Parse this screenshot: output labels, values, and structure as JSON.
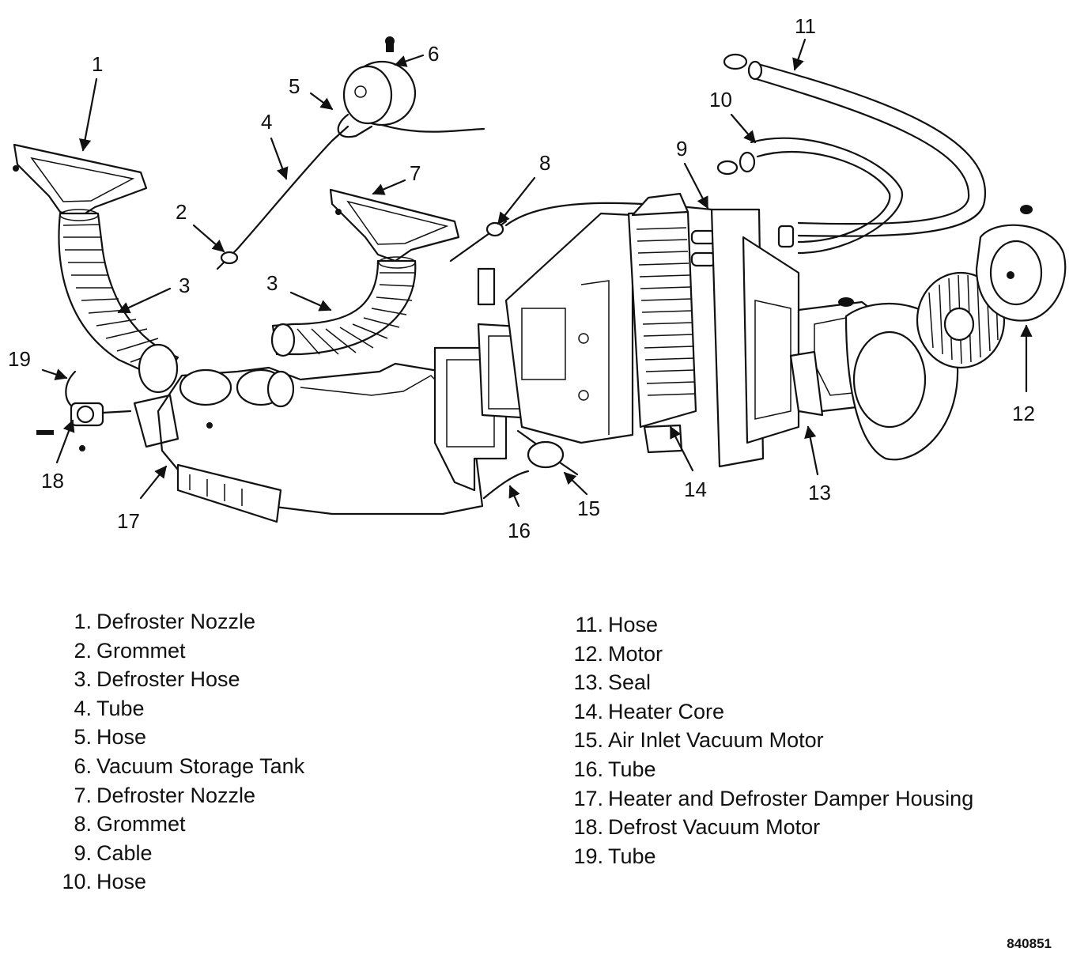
{
  "callouts": [
    "1",
    "2",
    "3",
    "3",
    "4",
    "5",
    "6",
    "7",
    "8",
    "9",
    "10",
    "11",
    "12",
    "13",
    "14",
    "15",
    "16",
    "17",
    "18",
    "19"
  ],
  "legend": {
    "left": [
      {
        "num": "1.",
        "label": "Defroster Nozzle"
      },
      {
        "num": "2.",
        "label": "Grommet"
      },
      {
        "num": "3.",
        "label": "Defroster Hose"
      },
      {
        "num": "4.",
        "label": "Tube"
      },
      {
        "num": "5.",
        "label": "Hose"
      },
      {
        "num": "6.",
        "label": "Vacuum Storage Tank"
      },
      {
        "num": "7.",
        "label": "Defroster Nozzle"
      },
      {
        "num": "8.",
        "label": "Grommet"
      },
      {
        "num": "9.",
        "label": "Cable"
      },
      {
        "num": "10.",
        "label": "Hose"
      }
    ],
    "right": [
      {
        "num": "11.",
        "label": "Hose"
      },
      {
        "num": "12.",
        "label": "Motor"
      },
      {
        "num": "13.",
        "label": "Seal"
      },
      {
        "num": "14.",
        "label": "Heater Core"
      },
      {
        "num": "15.",
        "label": "Air Inlet Vacuum Motor"
      },
      {
        "num": "16.",
        "label": "Tube"
      },
      {
        "num": "17.",
        "label": "Heater and Defroster Damper Housing"
      },
      {
        "num": "18.",
        "label": "Defrost Vacuum Motor"
      },
      {
        "num": "19.",
        "label": "Tube"
      }
    ]
  },
  "figure_code": "840851"
}
